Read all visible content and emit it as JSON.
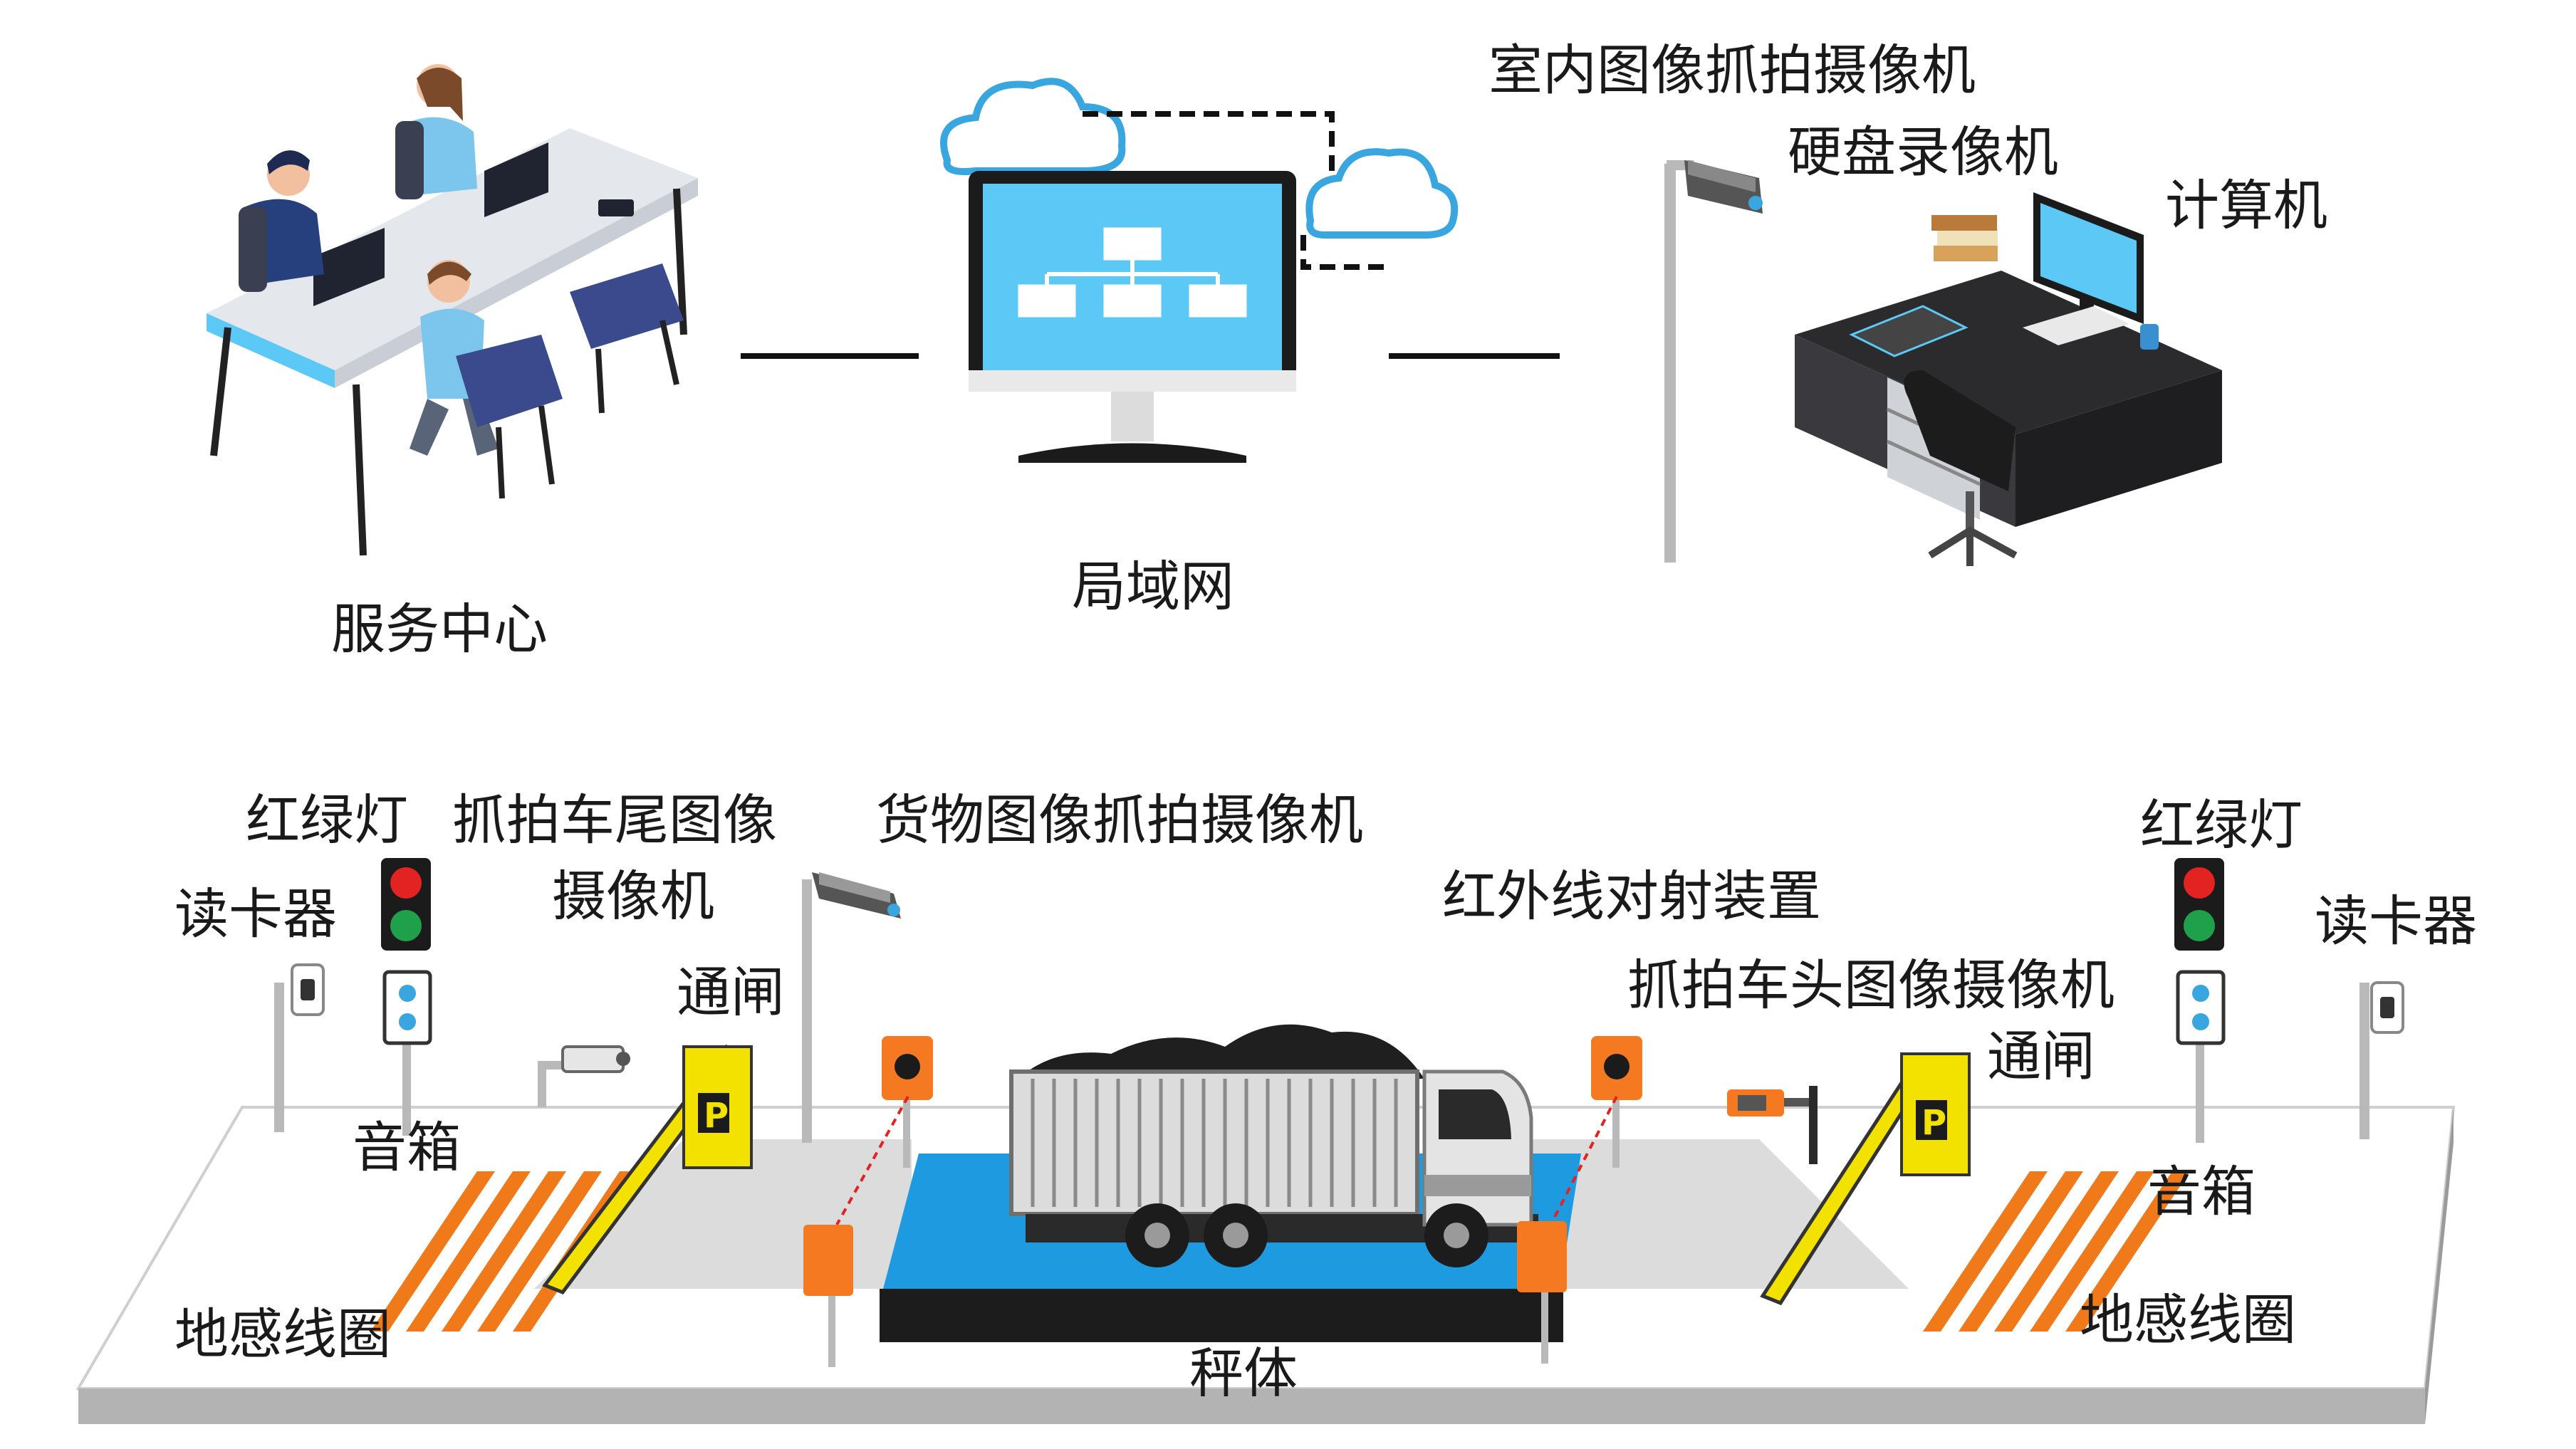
{
  "labels": {
    "service_center": "服务中心",
    "lan": "局域网",
    "indoor_camera": "室内图像抓拍摄像机",
    "nvr": "硬盘录像机",
    "computer": "计算机",
    "traffic_light_left": "红绿灯",
    "tail_camera_line1": "抓拍车尾图像",
    "tail_camera_line2": "摄像机",
    "cargo_camera": "货物图像抓拍摄像机",
    "card_reader_left": "读卡器",
    "barrier_left": "通闸",
    "speaker_left": "音箱",
    "loop_left": "地感线圈",
    "infrared": "红外线对射装置",
    "head_camera": "抓拍车头图像摄像机",
    "traffic_light_right": "红绿灯",
    "card_reader_right": "读卡器",
    "barrier_right": "通闸",
    "speaker_right": "音箱",
    "loop_right": "地感线圈",
    "scale_body": "秤体"
  },
  "parking_letter": "P",
  "colors": {
    "screen_blue": "#5bc8f5",
    "cloud_stroke": "#3aa6e0",
    "scale_blue": "#1e9be0",
    "loop_orange": "#f07a1a",
    "sensor_orange": "#f47920",
    "barrier_yellow": "#f3e100",
    "desk_dark": "#2b2b2e",
    "pole_gray": "#b9b9b9"
  }
}
